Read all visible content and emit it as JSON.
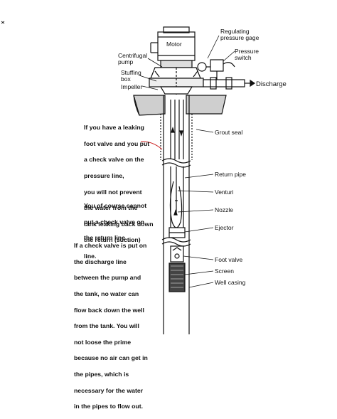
{
  "labels": {
    "motor": "Motor",
    "regulating_gage": "Regulating\npressure gage",
    "pressure_switch": "Pressure\nswitch",
    "centrifugal_pump": "Centrifugal\npump",
    "stuffing_box": "Stuffing\nbox",
    "impeller": "Impeller",
    "discharge": "Discharge",
    "grout_seal": "Grout seal",
    "return_pipe": "Return pipe",
    "venturi": "Venturi",
    "nozzle": "Nozzle",
    "ejector": "Ejector",
    "foot_valve": "Foot valve",
    "screen": "Screen",
    "well_casing": "Well casing"
  },
  "notes": {
    "note1": [
      "If you have a leaking",
      "foot valve and you put",
      "a check valve on the",
      "pressure line,",
      " you will not prevent",
      "the water from the",
      "tank leaking back down",
      "the return (suction)",
      "line."
    ],
    "note2": [
      "You of course cannot",
      "put a check valve on",
      "the return line."
    ],
    "note3": [
      "If a check valve is put on",
      "the discharge line",
      "between the pump and",
      "the tank, no water can",
      "flow back down the well",
      "from the tank. You will",
      "not loose the prime",
      "because no air can get in",
      "the pipes, which is",
      "necessary for the water",
      "in the pipes to flow out."
    ]
  },
  "colors": {
    "ink": "#111111",
    "annotation_curve": "#cc2222"
  }
}
